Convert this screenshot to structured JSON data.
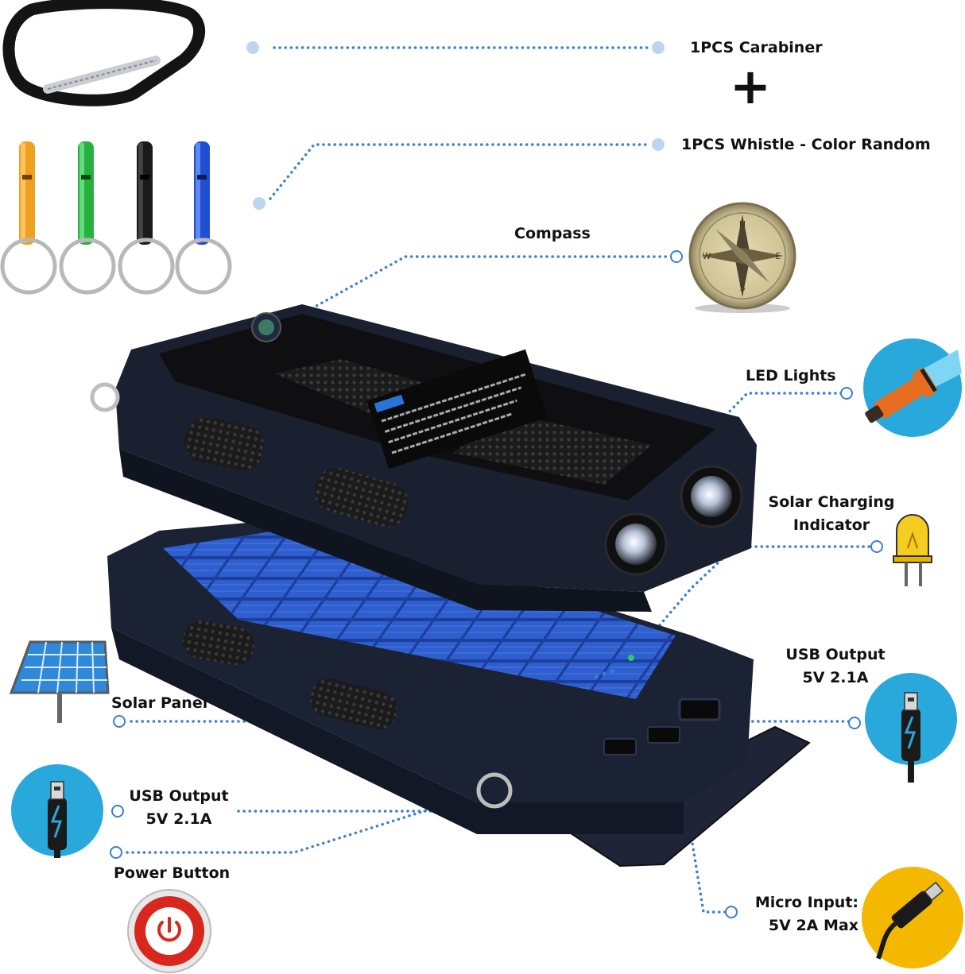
{
  "labels": {
    "carabiner": "1PCS Carabiner",
    "plus": "+",
    "whistle": "1PCS Whistle - Color Random",
    "compass": "Compass",
    "led": "LED Lights",
    "solar_indicator_1": "Solar Charging",
    "solar_indicator_2": "Indicator",
    "usb_out_right_1": "USB Output",
    "usb_out_right_2": "5V 2.1A",
    "solar_panel": "Solar Panel",
    "usb_out_left_1": "USB Output",
    "usb_out_left_2": "5V 2.1A",
    "power_button": "Power Button",
    "micro_input_1": "Micro Input:",
    "micro_input_2": "5V 2A Max"
  },
  "colors": {
    "connector_dots": "#3a7fd0",
    "cyan_circle": "#29a8dc",
    "yellow_circle": "#f5b800",
    "red_button": "#d8281e",
    "whistle_colors": [
      "#f0a020",
      "#27b040",
      "#1a1a1a",
      "#1f4fd0"
    ]
  },
  "icons": [
    "carabiner-icon",
    "whistle-icon",
    "compass-icon",
    "flashlight-icon",
    "led-diode-icon",
    "usb-cable-icon",
    "solar-panel-icon",
    "power-icon",
    "micro-usb-cable-icon"
  ]
}
